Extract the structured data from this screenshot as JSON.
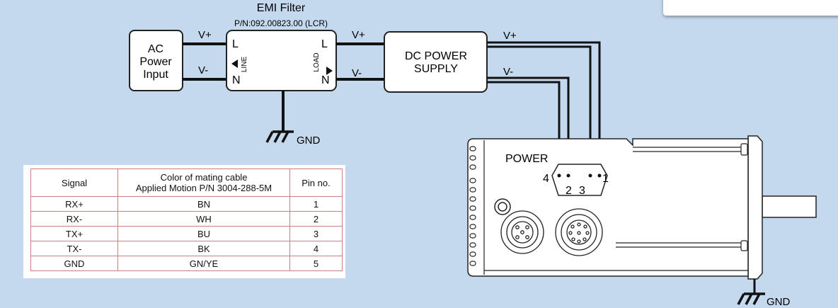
{
  "emi_filter": {
    "title": "EMI Filter",
    "part_number": "P/N:092.00823.00 (LCR)",
    "line_label": "LINE",
    "load_label": "LOAD",
    "l_in": "L",
    "n_in": "N",
    "l_out": "L",
    "n_out": "N"
  },
  "ac_input": {
    "line1": "AC",
    "line2": "Power",
    "line3": "Input"
  },
  "power_supply": {
    "line1": "DC POWER",
    "line2": "SUPPLY"
  },
  "wire_labels": {
    "ac_vplus": "V+",
    "ac_vminus": "V-",
    "filter_vplus": "V+",
    "filter_vminus": "V-",
    "psu_vplus": "V+",
    "psu_vminus": "V-"
  },
  "grounds": {
    "filter_gnd": "GND",
    "motor_gnd": "GND"
  },
  "motor": {
    "power_label": "POWER",
    "pins": {
      "p4": "4",
      "p2": "2",
      "p3": "3",
      "p1": "1"
    }
  },
  "signal_table": {
    "headers": {
      "signal": "Signal",
      "color_line1": "Color of mating cable",
      "color_line2": "Applied Motion P/N 3004-288-5M",
      "pin": "Pin no."
    },
    "rows": [
      {
        "signal": "RX+",
        "color": "BN",
        "pin": "1"
      },
      {
        "signal": "RX-",
        "color": "WH",
        "pin": "2"
      },
      {
        "signal": "TX+",
        "color": "BU",
        "pin": "3"
      },
      {
        "signal": "TX-",
        "color": "BK",
        "pin": "4"
      },
      {
        "signal": "GND",
        "color": "GN/YE",
        "pin": "5"
      }
    ]
  }
}
